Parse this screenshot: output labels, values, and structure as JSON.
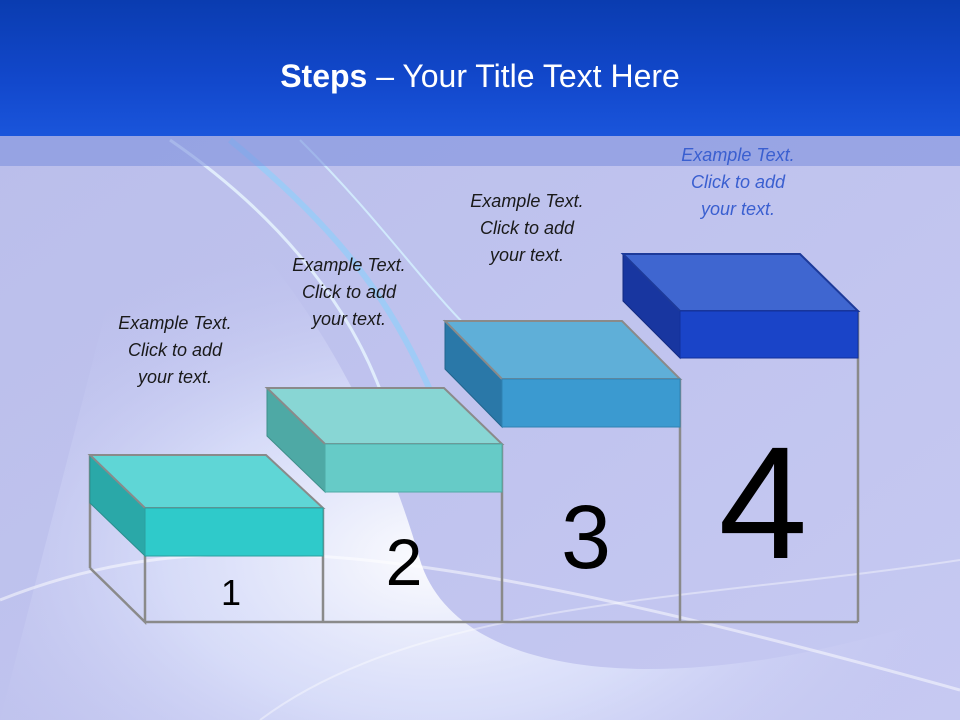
{
  "slide": {
    "title_bold": "Steps",
    "title_rest": " – Your Title Text Here"
  },
  "steps": [
    {
      "number": "1",
      "caption": "Example Text.\nClick  to add\nyour text.",
      "top_color": "#5fd6d6",
      "front_color": "#2fcaca",
      "side_color": "#2aa8a8"
    },
    {
      "number": "2",
      "caption": "Example Text.\nClick  to add\nyour text.",
      "top_color": "#88d6d4",
      "front_color": "#66cbc7",
      "side_color": "#4ea9a5"
    },
    {
      "number": "3",
      "caption": "Example Text.\nClick  to add\nyour text.",
      "top_color": "#5fafd8",
      "front_color": "#3b9ad0",
      "side_color": "#2a78a8"
    },
    {
      "number": "4",
      "caption": "Example Text.\nClick  to add\nyour text.",
      "top_color": "#3f66d0",
      "front_color": "#1a44c8",
      "side_color": "#1836a0"
    }
  ]
}
